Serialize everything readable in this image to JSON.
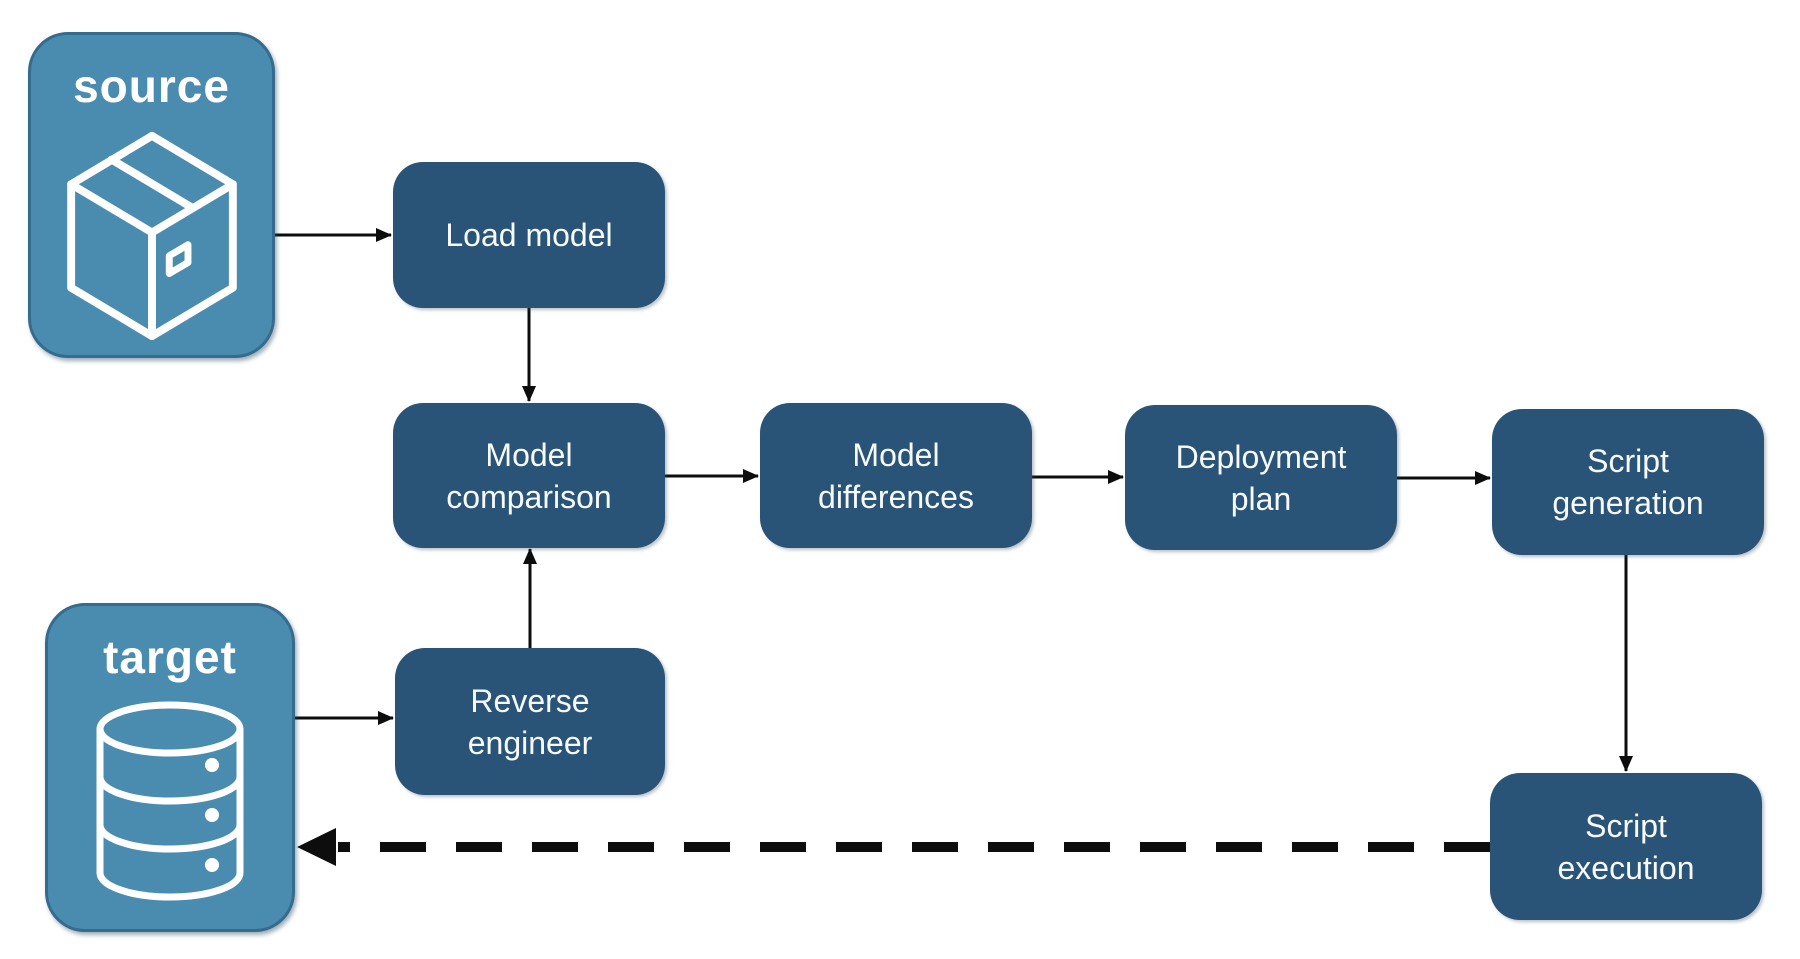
{
  "diagram": {
    "endpoints": {
      "source": {
        "label": "source",
        "icon": "package-icon"
      },
      "target": {
        "label": "target",
        "icon": "database-icon"
      }
    },
    "nodes": {
      "load_model": {
        "label": "Load model"
      },
      "model_comparison": {
        "label": "Model\ncomparison"
      },
      "model_differences": {
        "label": "Model\ndifferences"
      },
      "deployment_plan": {
        "label": "Deployment\nplan"
      },
      "script_generation": {
        "label": "Script\ngeneration"
      },
      "reverse_engineer": {
        "label": "Reverse\nengineer"
      },
      "script_execution": {
        "label": "Script\nexecution"
      }
    },
    "edges": [
      {
        "from": "source",
        "to": "load_model",
        "style": "solid"
      },
      {
        "from": "load_model",
        "to": "model_comparison",
        "style": "solid"
      },
      {
        "from": "model_comparison",
        "to": "model_differences",
        "style": "solid"
      },
      {
        "from": "model_differences",
        "to": "deployment_plan",
        "style": "solid"
      },
      {
        "from": "deployment_plan",
        "to": "script_generation",
        "style": "solid"
      },
      {
        "from": "script_generation",
        "to": "script_execution",
        "style": "solid"
      },
      {
        "from": "reverse_engineer",
        "to": "model_comparison",
        "style": "solid"
      },
      {
        "from": "target",
        "to": "reverse_engineer",
        "style": "solid"
      },
      {
        "from": "script_execution",
        "to": "target",
        "style": "dashed"
      }
    ],
    "colors": {
      "endpoint_fill": "#4a8caf",
      "endpoint_border": "#356b8d",
      "node_fill": "#2a5477",
      "text": "#ffffff",
      "arrow": "#0d0d0d",
      "background": "#ffffff"
    }
  }
}
